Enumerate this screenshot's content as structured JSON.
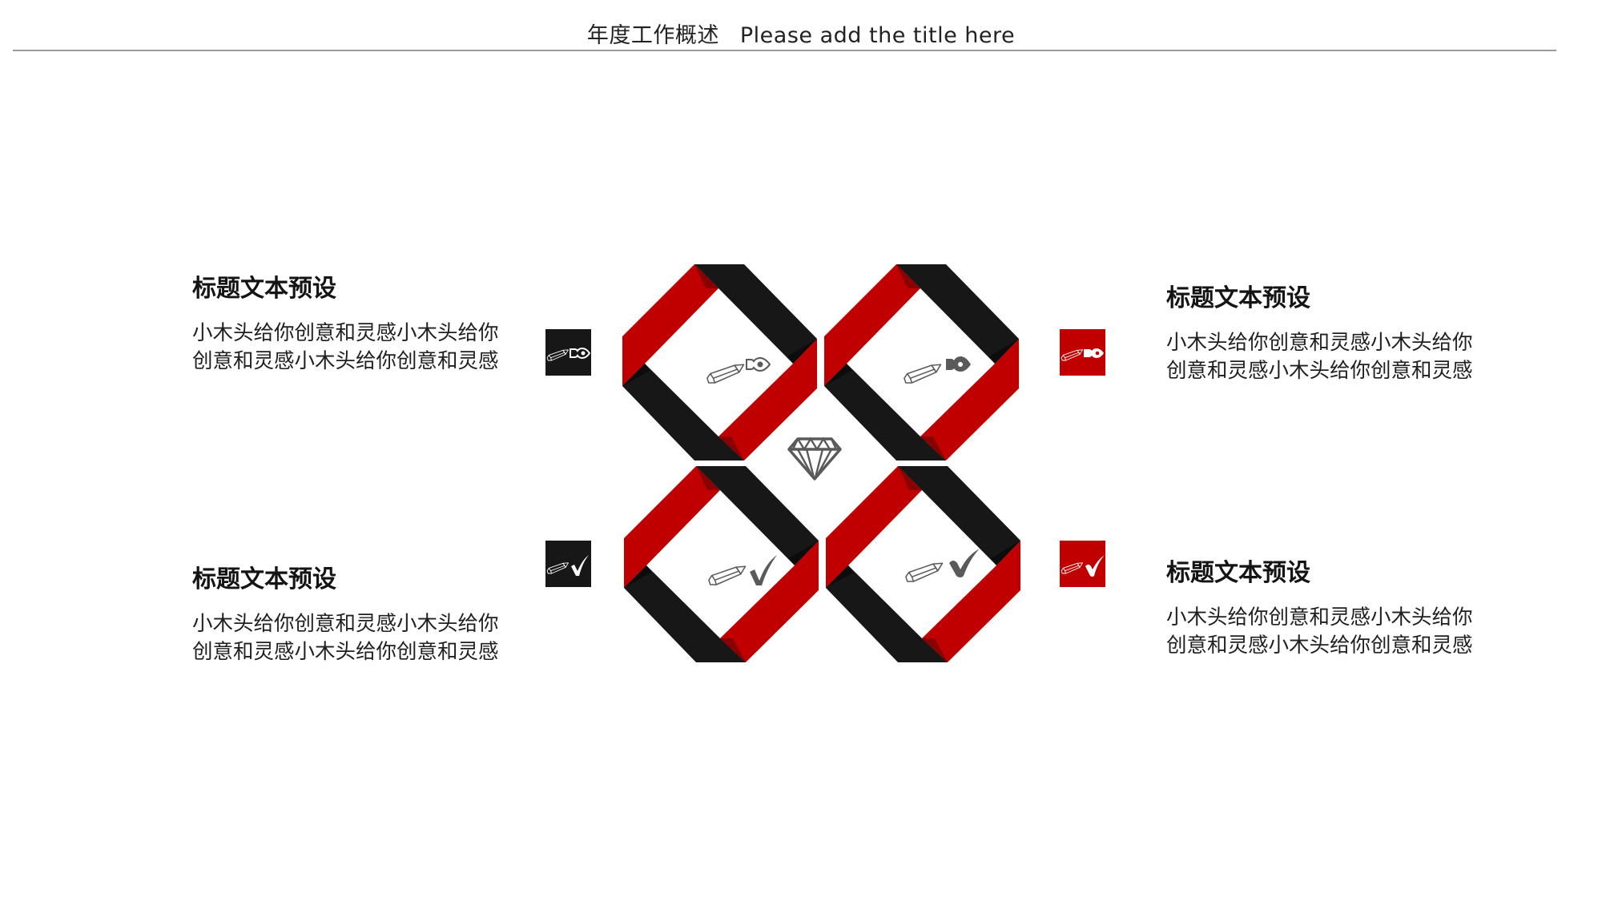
{
  "header": {
    "title_cn": "年度工作概述",
    "title_en": "Please add the title here"
  },
  "colors": {
    "accent_red": "#c00000",
    "dark": "#171717",
    "icon_gray": "#5a5a5a",
    "rule": "#9a9a9a"
  },
  "items": [
    {
      "position": "top-left",
      "heading": "标题文本预设",
      "body_line1": "小木头给你创意和灵感小木头给你",
      "body_line2": "创意和灵感小木头给你创意和灵感",
      "badge_color": "dark",
      "badge_icon": "pencil-pen-nib-icon",
      "octagon_icon": "pencil-pen-nib-outline-icon"
    },
    {
      "position": "top-right",
      "heading": "标题文本预设",
      "body_line1": "小木头给你创意和灵感小木头给你",
      "body_line2": "创意和灵感小木头给你创意和灵感",
      "badge_color": "red",
      "badge_icon": "pencil-pen-nib-filled-icon",
      "octagon_icon": "pencil-pen-nib-filled-icon"
    },
    {
      "position": "bottom-left",
      "heading": "标题文本预设",
      "body_line1": "小木头给你创意和灵感小木头给你",
      "body_line2": "创意和灵感小木头给你创意和灵感",
      "badge_color": "dark",
      "badge_icon": "pencil-checkmark-icon",
      "octagon_icon": "pencil-checkmark-icon"
    },
    {
      "position": "bottom-right",
      "heading": "标题文本预设",
      "body_line1": "小木头给你创意和灵感小木头给你",
      "body_line2": "创意和灵感小木头给你创意和灵感",
      "badge_color": "red",
      "badge_icon": "pencil-bold-checkmark-icon",
      "octagon_icon": "pencil-bold-checkmark-icon"
    }
  ],
  "center_icon": "diamond-icon"
}
